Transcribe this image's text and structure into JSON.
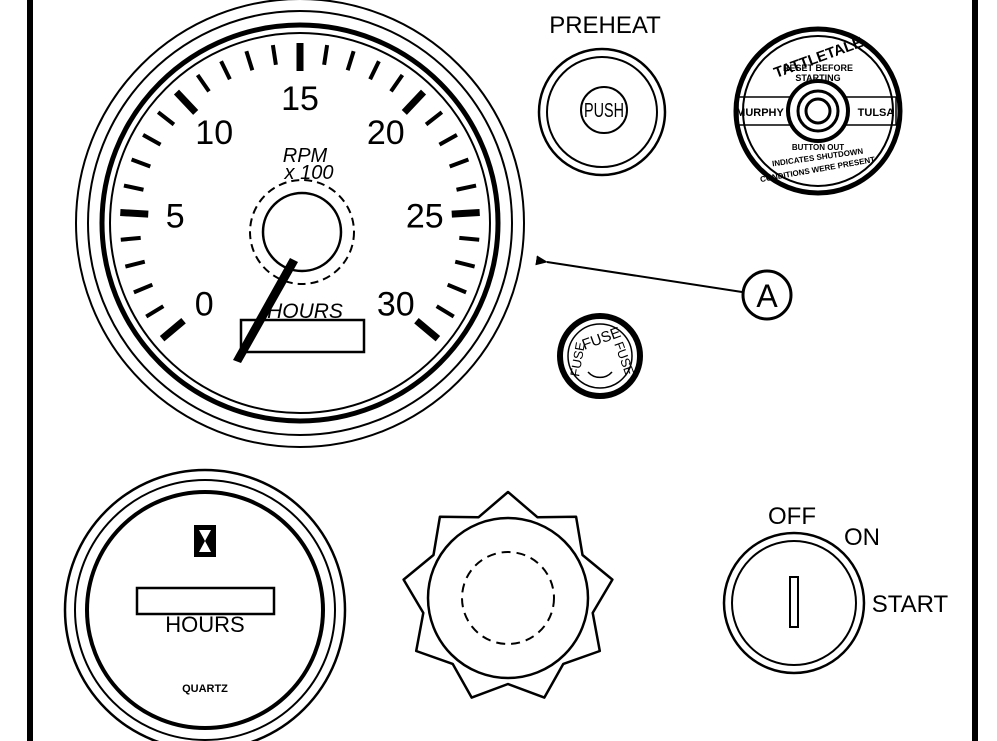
{
  "tachometer": {
    "dial_labels": [
      "0",
      "5",
      "10",
      "15",
      "20",
      "25",
      "30"
    ],
    "unit_line1": "RPM",
    "unit_line2": "x 100",
    "hours_label": "HOURS"
  },
  "callout": {
    "label": "A"
  },
  "preheat": {
    "title": "PREHEAT",
    "button_label": "PUSH"
  },
  "tattletale": {
    "brand": "TATTLETALE",
    "top_text_1": "RESET BEFORE",
    "top_text_2": "STARTING",
    "left_text": "MURPHY",
    "right_text": "TULSA",
    "bottom_text_1": "BUTTON OUT",
    "bottom_text_2": "INDICATES SHUTDOWN",
    "bottom_text_3": "CONDITIONS WERE PRESENT"
  },
  "fuse": {
    "label": "FUSE"
  },
  "hourmeter": {
    "hours_label": "HOURS",
    "brand_label": "QUARTZ"
  },
  "key_switch": {
    "off_label": "OFF",
    "on_label": "ON",
    "start_label": "START"
  }
}
